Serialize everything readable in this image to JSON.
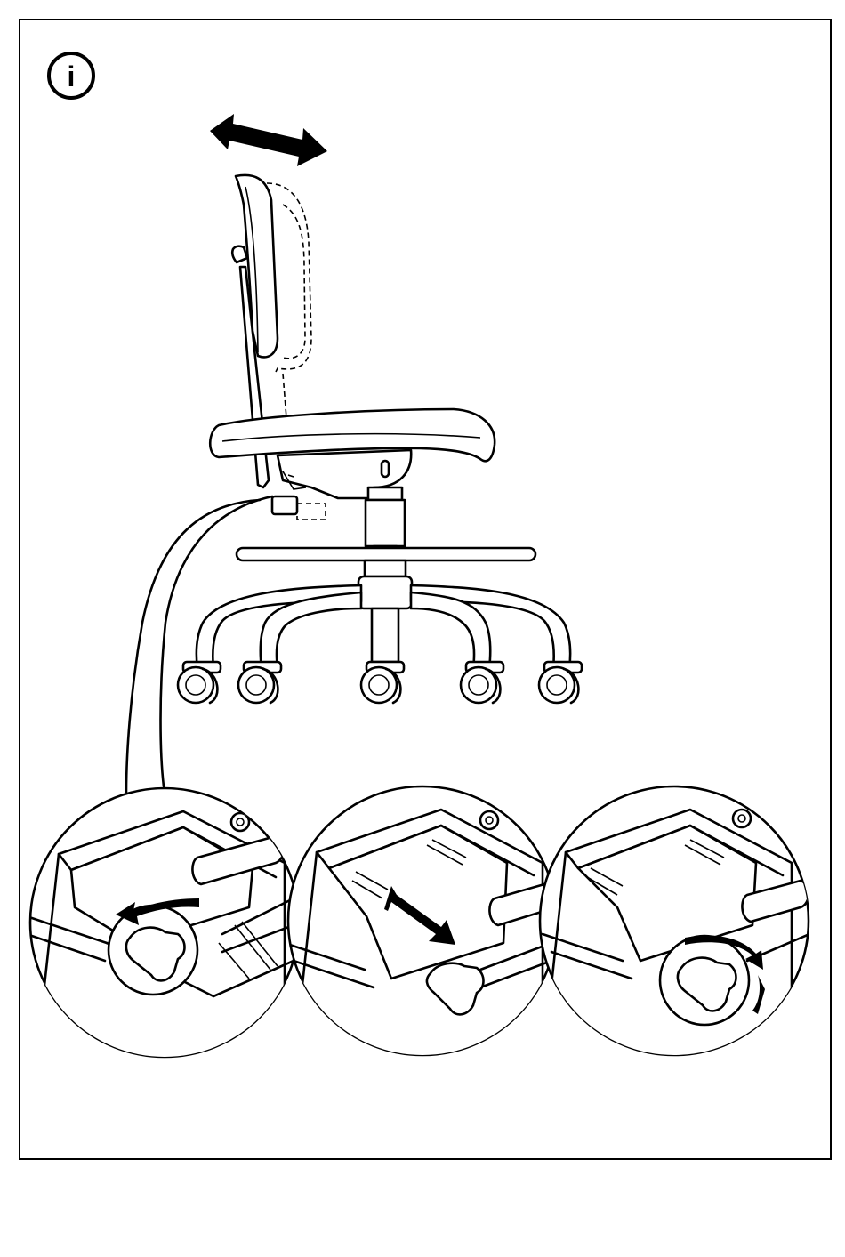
{
  "info": {
    "icon": "info-icon",
    "glyph": "i",
    "color": "#000000"
  },
  "illustration": {
    "subject": "chair-icon",
    "steps": [
      {
        "name": "loosen-knob",
        "icon": "rotate-counterclockwise-icon"
      },
      {
        "name": "slide-backrest",
        "icon": "double-arrow-icon"
      },
      {
        "name": "tighten-knob",
        "icon": "rotate-clockwise-icon"
      }
    ],
    "colors": {
      "line": "#000000",
      "fill": "#ffffff"
    }
  }
}
